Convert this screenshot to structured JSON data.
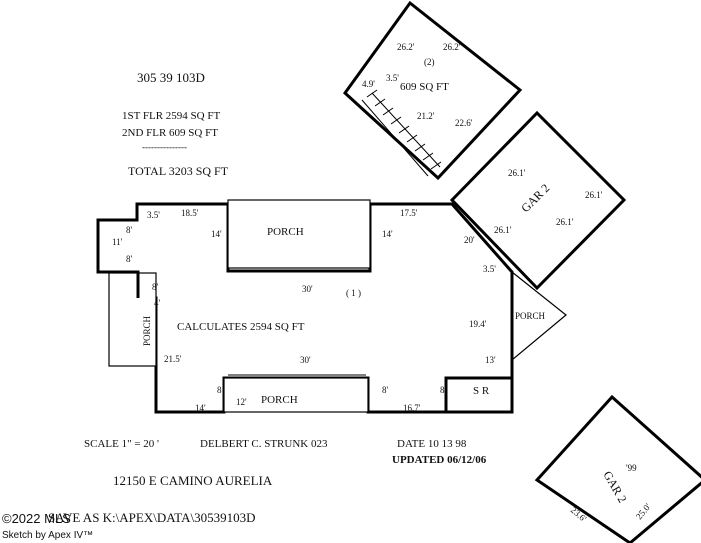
{
  "header": {
    "parcel": "305 39 103D",
    "first_floor": "1ST FLR 2594 SQ FT",
    "second_floor": "2ND FLR 609 SQ FT",
    "divider": "---------------",
    "total": "TOTAL 3203 SQ FT"
  },
  "upper_floor": {
    "area": "609 SQ FT",
    "tag": "(2)",
    "dims": {
      "top_left": "26.2'",
      "top_right": "26.2'",
      "left_short": "4.9'",
      "inner": "3.5'",
      "mid": "21.2'",
      "right": "22.6'"
    }
  },
  "garage_main": {
    "label": "GAR 2",
    "dims": {
      "top": "26.1'",
      "right": "26.1'",
      "left": "26.1'",
      "inner": "26.1'"
    }
  },
  "garage_small": {
    "label": "GAR 2",
    "tag": "'99",
    "dims": {
      "left": "23.6'",
      "right": "25.0'"
    }
  },
  "main_floor": {
    "tag": "( 1 )",
    "calc": "CALCULATES 2594 SQ FT",
    "porch_top": "PORCH",
    "porch_bottom": "PORCH",
    "porch_left": "PORCH",
    "porch_right": "PORCH",
    "storage_room": "S R",
    "dims": {
      "d1": "3.5'",
      "d2": "18.5'",
      "d3": "8'",
      "d4": "11'",
      "d5": "8'",
      "d6": "14'",
      "d7": "17.5'",
      "d8": "14'",
      "d9": "20'",
      "d10": "3.5'",
      "d11": "8'",
      "d12": "4'",
      "d13": "30'",
      "d14": "19.4'",
      "d15": "21.5'",
      "d16": "30'",
      "d17": "13'",
      "d18": "8",
      "d19": "12'",
      "d20": "8'",
      "d21": "8",
      "d22": "14'",
      "d23": "16.7'"
    }
  },
  "footer": {
    "scale": "SCALE 1\" = 20 '",
    "appraiser": "DELBERT C. STRUNK  023",
    "date": "DATE 10 13 98",
    "updated": "UPDATED 06/12/06",
    "address": "12150  E  CAMINO  AURELIA",
    "saved": "SAVE AS K:\\APEX\\DATA\\30539103D",
    "copyright": "©2022 MLS",
    "credit": "Sketch by Apex IV™"
  }
}
